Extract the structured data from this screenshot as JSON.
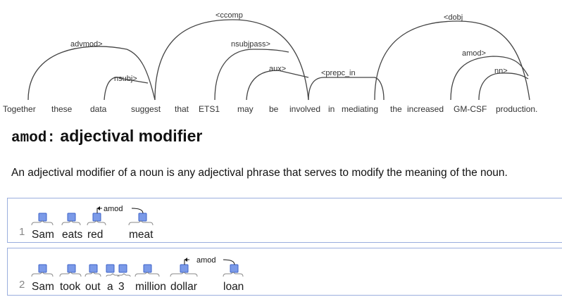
{
  "dependency_figure": {
    "words": [
      "Together",
      "these",
      "data",
      "suggest",
      "that",
      "ETS1",
      "may",
      "be",
      "involved",
      "in",
      "mediating",
      "the",
      "increased",
      "GM-CSF",
      "production."
    ],
    "arc_labels": {
      "advmod": "advmod>",
      "nsubj": "nsubj>",
      "ccomp": "<ccomp",
      "nsubjpass": "nsubjpass>",
      "aux": "aux>",
      "prepc_in": "<prepc_in",
      "dobj": "<dobj",
      "amod": "amod>",
      "nn": "nn>"
    }
  },
  "heading": {
    "code": "amod",
    "colon": ":",
    "name": "adjectival modifier"
  },
  "description": "An adjectival modifier of a noun is any adjectival phrase that serves to modify the meaning of the noun.",
  "examples": [
    {
      "number": "1",
      "tokens": [
        "Sam",
        "eats",
        "red",
        "meat"
      ],
      "relation": "amod"
    },
    {
      "number": "2",
      "tokens": [
        "Sam",
        "took",
        "out",
        "a",
        "3",
        "million",
        "dollar",
        "loan"
      ],
      "relation": "amod"
    }
  ]
}
